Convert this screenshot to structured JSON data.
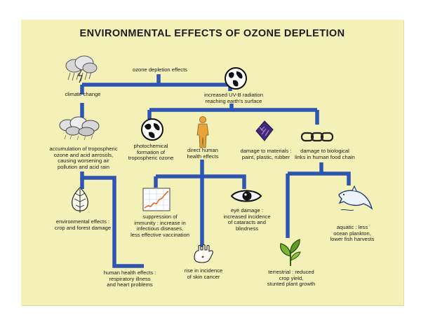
{
  "title": "ENVIRONMENTAL EFFECTS OF OZONE DEPLETION",
  "nodes": {
    "ozone_depletion_effects": "ozone depletion effects",
    "climate_change": "climate change",
    "increased_uvb": "increased UV-B radiation\nreaching earth's surface",
    "accumulation": "accumulation of tropospheric\nozone and acid aerosols,\ncausing worsening air\npollution and acid rain",
    "photochemical": "photochemical\nformation of\ntropospheric ozone",
    "direct_health": "direct human\nhealth effects",
    "damage_materials": "damage to materials :\npaint, plastic, rubber",
    "damage_biological": "damage to biological\nlinks in human food chain",
    "environmental_effects": "environmental effects :\ncrop and forest damage",
    "suppression_immunity": "suppression of\nimmunity : increase in\ninfectious diseases,\nless effective vaccination",
    "eye_damage": "eye damage :\nincreased incidence\nof cataracts and\nblindness",
    "aquatic": "aquatic : less\nocean plankton,\nlower fish harvests",
    "human_health_effects": "human health effects :\nrespiratory illness\nand heart problems",
    "skin_cancer": "rise in incidence\nof skin cancer",
    "terrestrial": "terrestrial : reduced\ncrop yield,\nstunted plant growth"
  },
  "icons": {
    "climate": "storm-cloud-icon",
    "uvb": "earth-globe-icon",
    "pollution": "smog-clouds-icon",
    "photochemical": "earth-globe-icon",
    "human": "human-figure-icon",
    "materials": "damaged-material-icon",
    "chain": "chain-link-icon",
    "leaf": "leaf-icon",
    "graph": "rising-graph-icon",
    "eye": "eye-icon",
    "dolphin": "dolphin-icon",
    "hand": "hand-icon",
    "plant": "plant-icon"
  },
  "colors": {
    "background": "#f4f1b8",
    "connector": "#2f55b3",
    "text": "#1b1b1b"
  }
}
